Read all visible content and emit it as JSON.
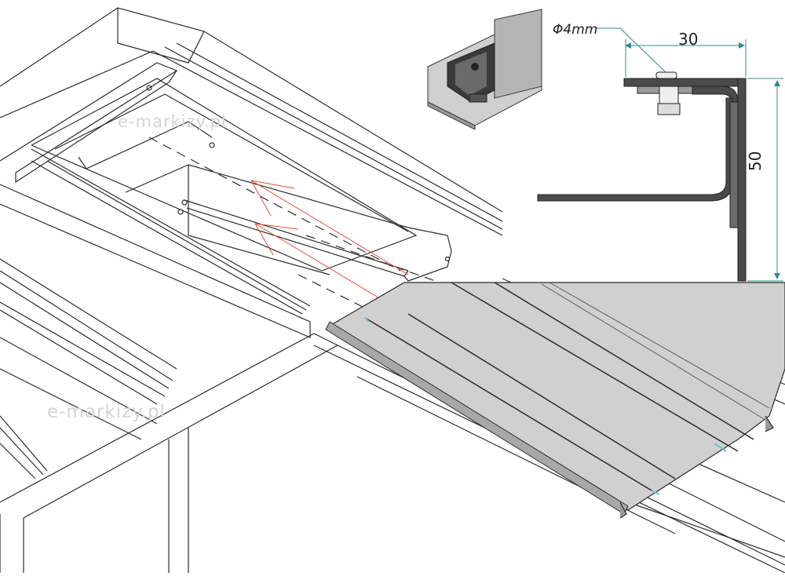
{
  "watermarks": [
    "e-markizy.pl",
    "e-markizy.pl"
  ],
  "dimensions": {
    "bolt_diameter": "Φ4mm",
    "width": "30",
    "height": "50"
  },
  "colors": {
    "line": "#2b2b2b",
    "panel_fill": "#cfcfcf",
    "panel_dark": "#8f8f8f",
    "arrow": "#e2503a",
    "dimension": "#2f8c8c",
    "profile": "#4a4a4a"
  }
}
